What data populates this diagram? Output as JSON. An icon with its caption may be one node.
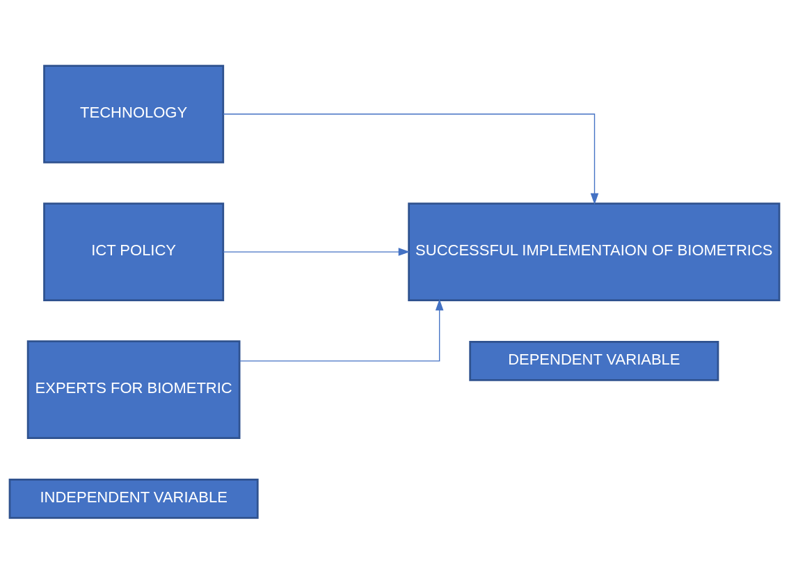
{
  "diagram": {
    "nodes": [
      {
        "text": [
          "INDEPENDENT VARIABLE"
        ]
      },
      {
        "text": [
          "DEPENDENT VARIABLE"
        ]
      },
      {
        "text": [
          "TECHNOLOGY"
        ]
      },
      {
        "text": [
          "ICT POLICY"
        ]
      },
      {
        "text": [
          "EXPERTS FOR BIOMETRIC"
        ]
      },
      {
        "text": [
          "SUCCESSFUL IMPLEMENTAION OF BIOMETRICS"
        ]
      }
    ],
    "edges": [
      {
        "from": 2,
        "to": 5,
        "arrow": "to"
      },
      {
        "from": 3,
        "to": 5,
        "arrow": "to"
      },
      {
        "from": 4,
        "to": 5,
        "arrow": "to"
      }
    ]
  }
}
